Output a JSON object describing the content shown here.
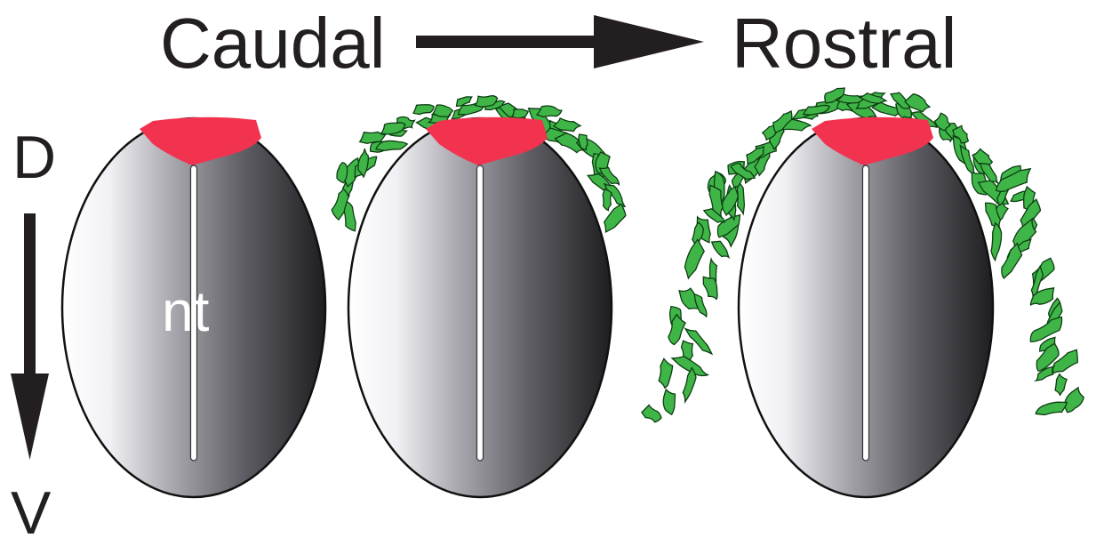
{
  "header": {
    "left_label": "Caudal",
    "right_label": "Rostral",
    "arrow_icon": "arrow-right-icon"
  },
  "axis": {
    "top_label": "D",
    "bottom_label": "V",
    "arrow_icon": "arrow-down-icon"
  },
  "sections": [
    {
      "name": "caudal-section",
      "label": "nt",
      "crest_level": 0
    },
    {
      "name": "mid-section",
      "label": "",
      "crest_level": 1
    },
    {
      "name": "rostral-section",
      "label": "",
      "crest_level": 2
    }
  ],
  "colors": {
    "roof_plate": "#f2334f",
    "neural_crest": "#3fb548",
    "neural_tube_dark": "#1e1e21",
    "neural_tube_light": "#ffffff",
    "text": "#231f20"
  }
}
